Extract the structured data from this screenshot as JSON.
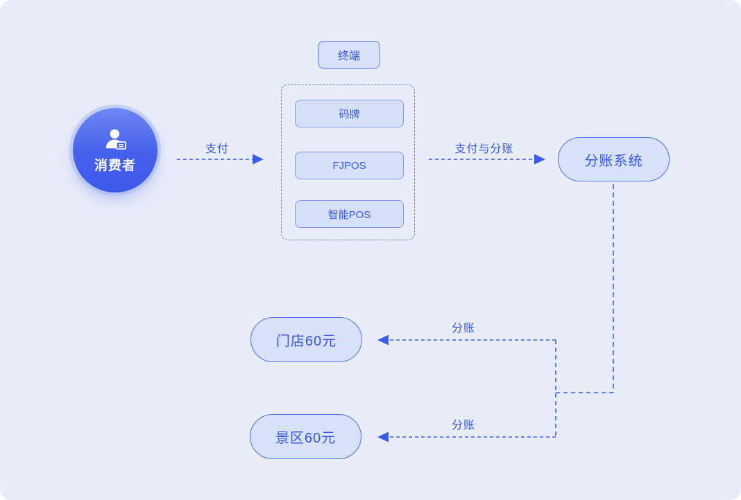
{
  "nodes": {
    "consumer": "消费者",
    "terminal": "终端",
    "terminal_items": [
      "码牌",
      "FJPOS",
      "智能POS"
    ],
    "split_system": "分账系统",
    "store": "门店60元",
    "scenic": "景区60元"
  },
  "edges": {
    "pay": "支付",
    "pay_and_split": "支付与分账",
    "split_store": "分账",
    "split_scenic": "分账"
  },
  "icons": {
    "consumer_icon": "person-with-card-icon"
  },
  "colors": {
    "page_background": "#E9EDF9",
    "node_fill": "#D8E1F8",
    "node_border": "#4D6FEA",
    "inner_box_border": "#7D93F0",
    "text_blue": "#3556E4",
    "connector_line": "#4D6FEA",
    "circle_gradient_top": "#6D87F3",
    "circle_gradient_bottom": "#3D59E9",
    "circle_halo": "#AAB9F4"
  }
}
